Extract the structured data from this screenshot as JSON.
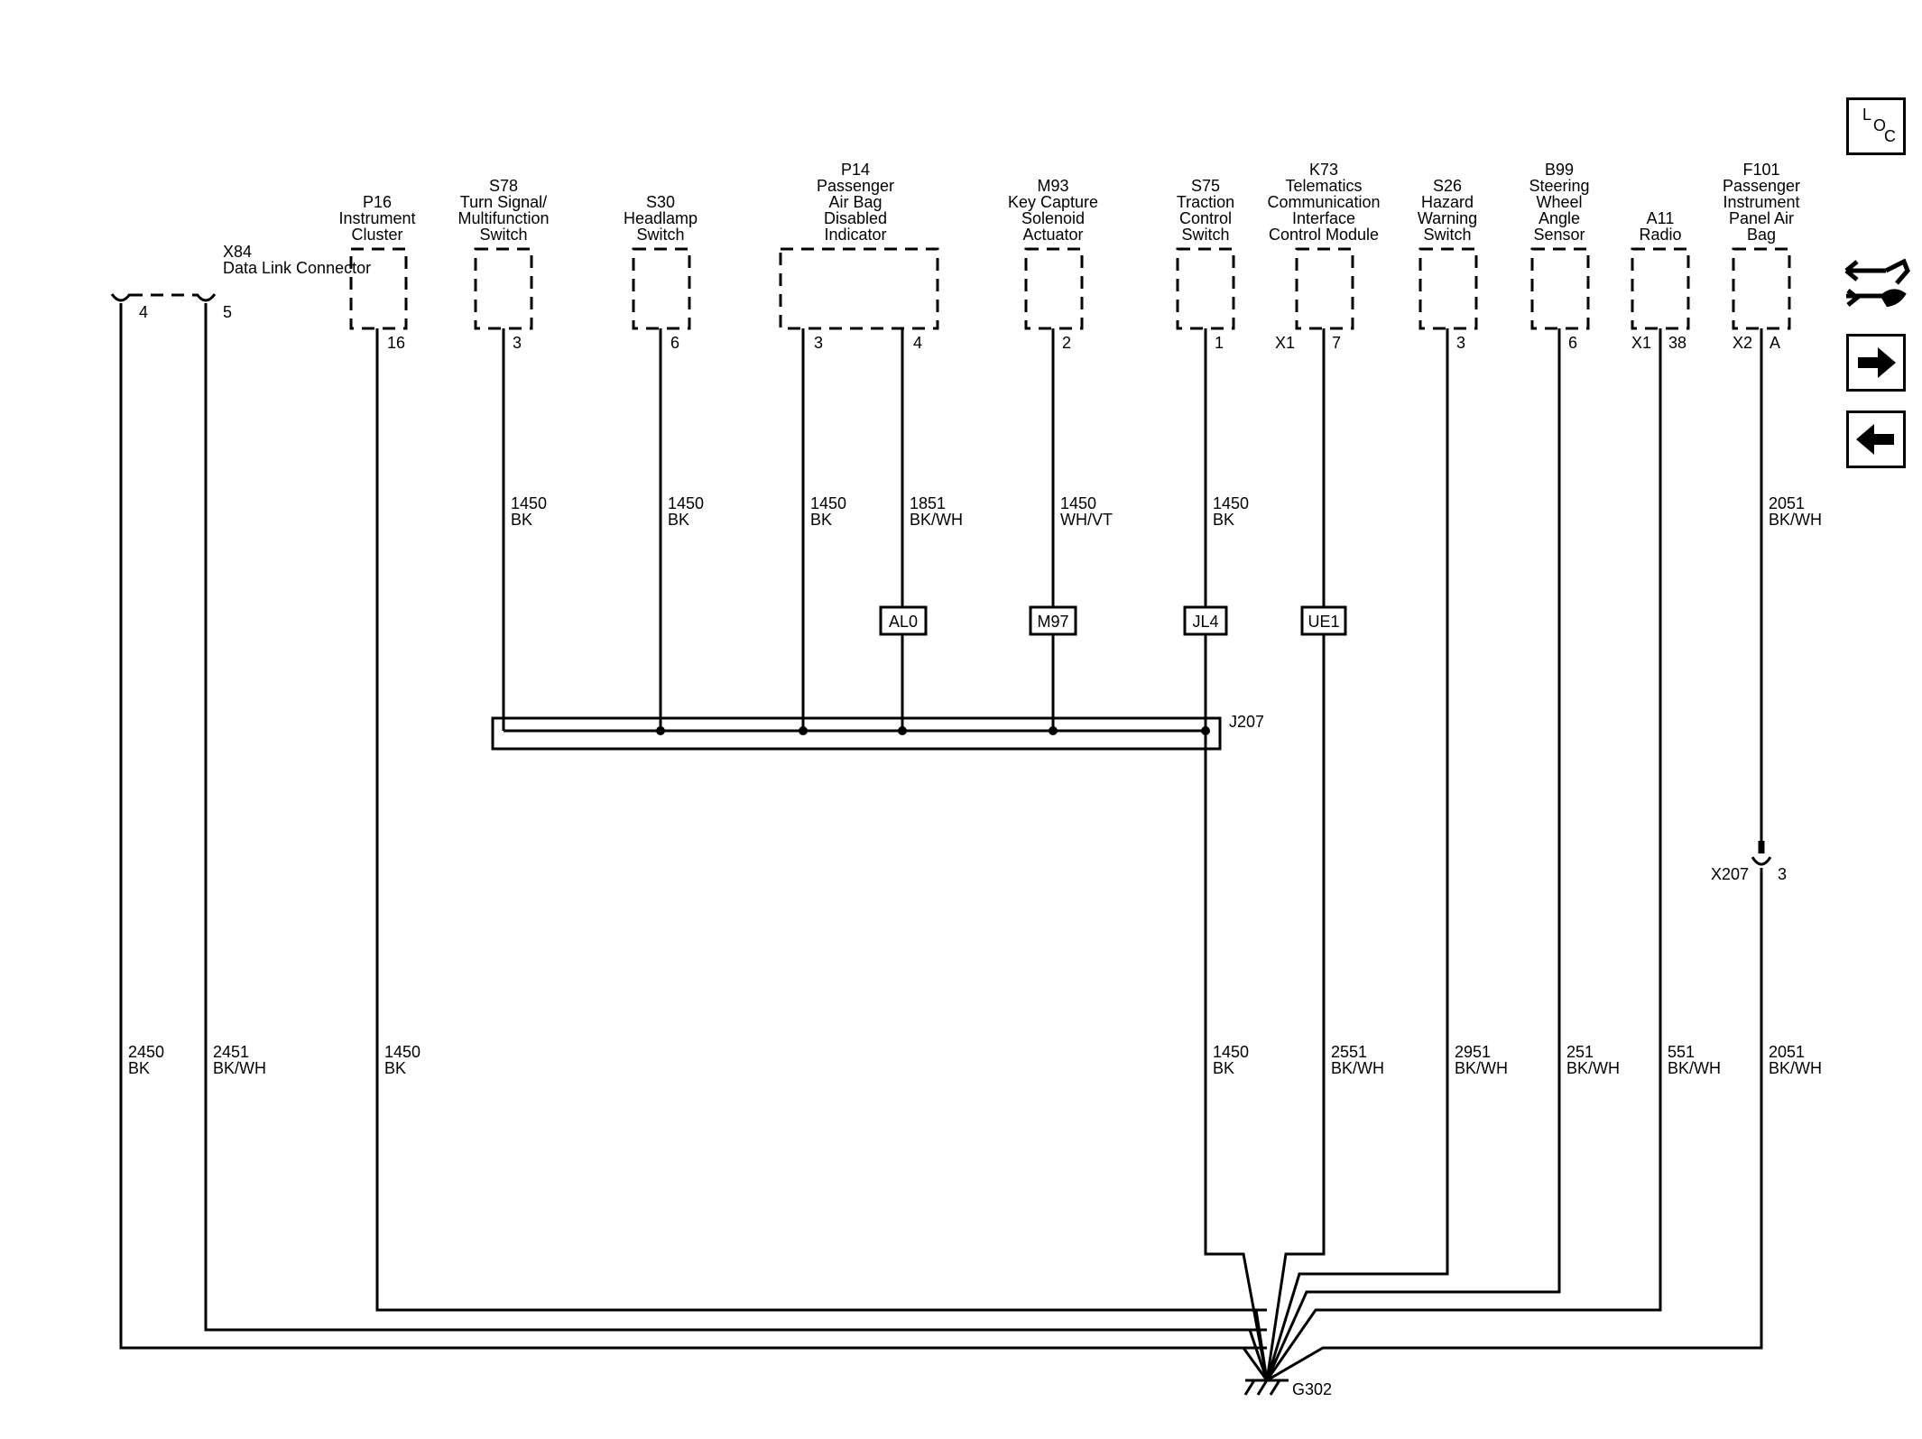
{
  "components": [
    {
      "id": "X84",
      "name": "Data Link Connector",
      "pins": [
        "4",
        "5"
      ]
    },
    {
      "id": "P16",
      "name": "Instrument Cluster",
      "pins": [
        "16"
      ]
    },
    {
      "id": "S78",
      "name": "Turn Signal/ Multifunction Switch",
      "pins": [
        "3"
      ]
    },
    {
      "id": "S30",
      "name": "Headlamp Switch",
      "pins": [
        "6"
      ]
    },
    {
      "id": "P14",
      "name": "Passenger Air Bag Disabled Indicator",
      "pins": [
        "3",
        "4"
      ]
    },
    {
      "id": "M93",
      "name": "Key Capture Solenoid Actuator",
      "pins": [
        "2"
      ]
    },
    {
      "id": "S75",
      "name": "Traction Control Switch",
      "pins": [
        "1"
      ]
    },
    {
      "id": "K73",
      "name": "Telematics Communication Interface Control Module",
      "pins": [
        "X1",
        "7"
      ]
    },
    {
      "id": "S26",
      "name": "Hazard Warning Switch",
      "pins": [
        "3"
      ]
    },
    {
      "id": "B99",
      "name": "Steering Wheel Angle Sensor",
      "pins": [
        "6"
      ]
    },
    {
      "id": "A11",
      "name": "Radio",
      "pins": [
        "X1",
        "38"
      ]
    },
    {
      "id": "F101",
      "name": "Passenger Instrument Panel Air Bag",
      "pins": [
        "X2",
        "A"
      ]
    }
  ],
  "wires_upper": [
    {
      "circuit": "1450",
      "color": "BK"
    },
    {
      "circuit": "1450",
      "color": "BK"
    },
    {
      "circuit": "1450",
      "color": "BK"
    },
    {
      "circuit": "1851",
      "color": "BK/WH"
    },
    {
      "circuit": "1450",
      "color": "WH/VT"
    },
    {
      "circuit": "1450",
      "color": "BK"
    },
    {
      "circuit": "2051",
      "color": "BK/WH"
    }
  ],
  "wires_lower": [
    {
      "circuit": "2450",
      "color": "BK"
    },
    {
      "circuit": "2451",
      "color": "BK/WH"
    },
    {
      "circuit": "1450",
      "color": "BK"
    },
    {
      "circuit": "1450",
      "color": "BK"
    },
    {
      "circuit": "2551",
      "color": "BK/WH"
    },
    {
      "circuit": "2951",
      "color": "BK/WH"
    },
    {
      "circuit": "251",
      "color": "BK/WH"
    },
    {
      "circuit": "551",
      "color": "BK/WH"
    },
    {
      "circuit": "2051",
      "color": "BK/WH"
    }
  ],
  "options": [
    "AL0",
    "M97",
    "JL4",
    "UE1"
  ],
  "splice": "J207",
  "inline_connector": {
    "id": "X207",
    "pin": "3"
  },
  "ground": "G302",
  "nav": {
    "loc_l": "L",
    "loc_o": "O",
    "loc_c": "C"
  },
  "icons": {
    "location": "loc-icon",
    "tools": "wrench-icon",
    "next": "arrow-right-icon",
    "previous": "arrow-left-icon"
  }
}
